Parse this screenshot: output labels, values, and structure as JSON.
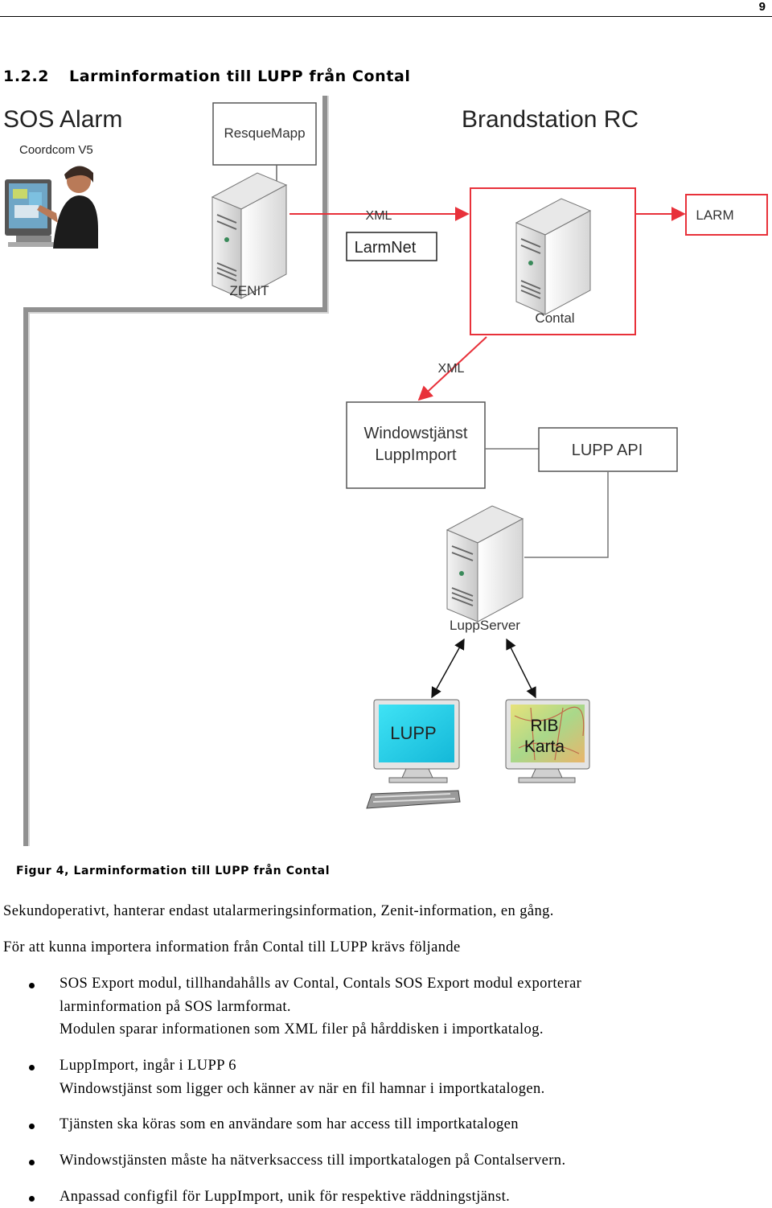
{
  "page_number": "9",
  "section": {
    "number": "1.2.2",
    "title": "Larminformation till LUPP från Contal"
  },
  "diagram": {
    "sos_title": "SOS Alarm",
    "sos_subtitle": "Coordcom V5",
    "resquemapp": "ResqueMapp",
    "zenit": "ZENIT",
    "xml_top": "XML",
    "larmnet": "LarmNet",
    "brandstation": "Brandstation RC",
    "larm": "LARM",
    "contal": "Contal",
    "xml_mid": "XML",
    "windowstjanst_1": "Windowstjänst",
    "windowstjanst_2": "LuppImport",
    "lupp_api": "LUPP API",
    "luppserver": "LuppServer",
    "lupp_screen": "LUPP",
    "rib_1": "RIB",
    "rib_2": "Karta"
  },
  "caption": "Figur 4, Larminformation till LUPP från Contal",
  "paragraphs": [
    "Sekundoperativt, hanterar endast utalarmeringsinformation, Zenit-information, en gång.",
    "För att kunna importera information från Contal till LUPP krävs följande"
  ],
  "bullets": [
    {
      "lines": [
        "SOS Export modul, tillhandahålls av Contal, Contals SOS Export modul exporterar",
        "larminformation på SOS larmformat.",
        "Modulen sparar informationen som XML filer på hårddisken i importkatalog."
      ]
    },
    {
      "lines": [
        "LuppImport, ingår i LUPP 6",
        "Windowstjänst som ligger och känner av när en fil hamnar i importkatalogen."
      ]
    },
    {
      "lines": [
        "Tjänsten ska köras som en användare som har access till importkatalogen"
      ]
    },
    {
      "lines": [
        "Windowstjänsten måste ha nätverksaccess till importkatalogen på Contalservern."
      ]
    },
    {
      "lines": [
        "Anpassad configfil för LuppImport, unik för respektive räddningstjänst."
      ]
    }
  ]
}
